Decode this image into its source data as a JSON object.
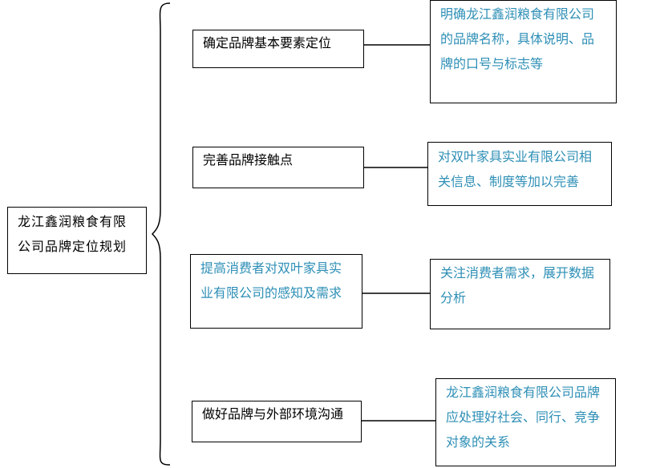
{
  "root": {
    "text": "龙江鑫润粮食有限公司品牌定位规划"
  },
  "branches": [
    {
      "label": "确定品牌基本要素定位",
      "detail": "明确龙江鑫润粮食有限公司的品牌名称，具体说明、品牌的口号与标志等"
    },
    {
      "label": "完善品牌接触点",
      "detail": "对双叶家具实业有限公司相关信息、制度等加以完善"
    },
    {
      "label": "提高消费者对双叶家具实业有限公司的感知及需求",
      "detail": "关注消费者需求，展开数据分析"
    },
    {
      "label": "做好品牌与外部环境沟通",
      "detail": "龙江鑫润粮食有限公司品牌应处理好社会、同行、竞争对象的关系"
    }
  ],
  "colors": {
    "label_text": "#000000",
    "detail_text": "#2e8fb6",
    "border": "#000000"
  }
}
